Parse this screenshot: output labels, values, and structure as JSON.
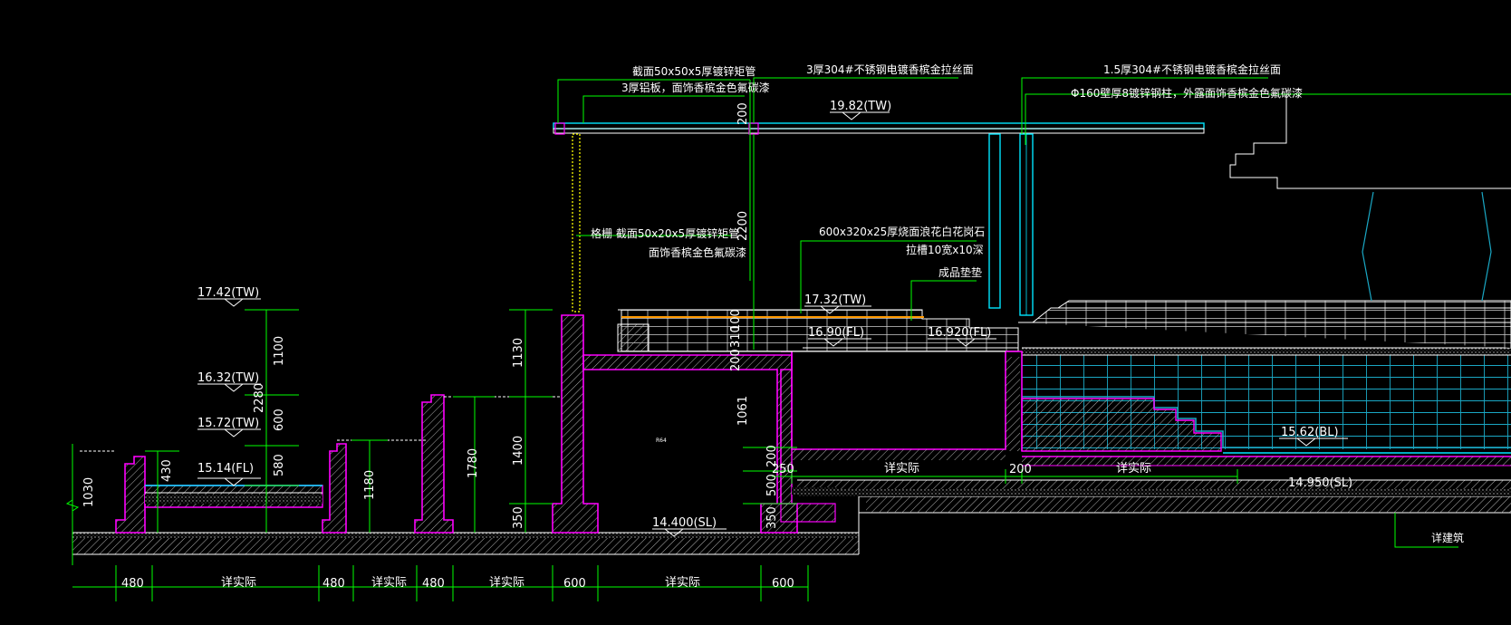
{
  "drawing": {
    "background": "#000000",
    "colors": {
      "wall": "#ff00ff",
      "leader": "#00ff00",
      "steel": "#00e5ff",
      "white": "#ffffff",
      "hatch": "#9a9a9a",
      "orange": "#ff9900",
      "yellow": "#e6e600",
      "pool": "#1aa7c4"
    },
    "annotations": {
      "a1": "截面50x50x5厚镀锌矩管",
      "a2": "3厚304#不锈钢电镀香槟金拉丝面",
      "a3": "3厚铝板，面饰香槟金色氟碳漆",
      "a4": "1.5厚304#不锈钢电镀香槟金拉丝面",
      "a5": "Φ160壁厚8镀锌钢柱，外露面饰香槟金色氟碳漆",
      "a6": "格栅 截面50x20x5厚镀锌矩管",
      "a7": "面饰香槟金色氟碳漆",
      "a8": "600x320x25厚烧面浪花白花岗石",
      "a9": "拉槽10宽x10深",
      "a10": "成品垫垫",
      "a11": "详建筑",
      "tiny": "R64"
    },
    "levels": {
      "l1": "19.82(TW)",
      "l2": "17.42(TW)",
      "l3": "16.32(TW)",
      "l4": "15.72(TW)",
      "l5": "15.14(FL)",
      "l6": "17.32(TW)",
      "l7": "16.90(FL)",
      "l8": "16.920(FL)",
      "l9": "15.62(BL)",
      "l10": "14.950(SL)",
      "l11": "14.400(SL)"
    },
    "vertical_dims": {
      "v200": "200",
      "v2200": "2200",
      "v100": "100",
      "v310": "310",
      "v200b": "200",
      "v1061": "1061",
      "v200c": "200",
      "v500": "500",
      "v350a": "350",
      "v1130": "1130",
      "v1400": "1400",
      "v350b": "350",
      "v1780": "1780",
      "v1180": "1180",
      "v1100": "1100",
      "v2280": "2280",
      "v600": "600",
      "v580": "580",
      "v430": "430",
      "v1030": "1030"
    },
    "horizontal_dims": {
      "h1": "480",
      "h2": "详实际",
      "h3": "480",
      "h4": "详实际",
      "h5": "480",
      "h6": "详实际",
      "h7": "600",
      "h8": "详实际",
      "h9": "600",
      "h10": "250",
      "h11": "详实际",
      "h12": "200",
      "h13": "详实际"
    }
  }
}
